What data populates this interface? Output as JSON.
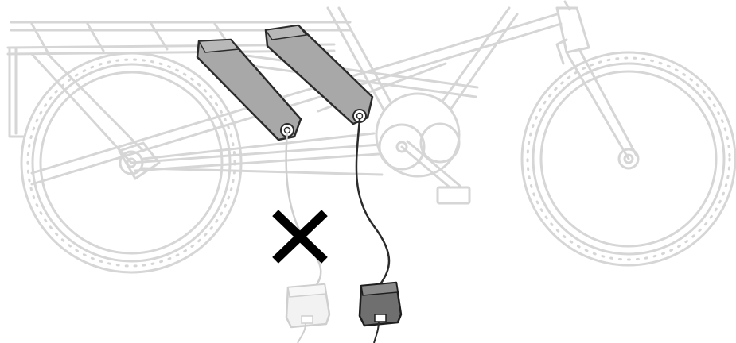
{
  "diagram": {
    "colors": {
      "bike_outline": "#d6d6d6",
      "battery_fill": "#a8a8a8",
      "battery_stroke": "#2b2b2b",
      "active_cable": "#2b2b2b",
      "active_charger_fill": "#6f6f6f",
      "inactive_cable": "#cfcfcf",
      "inactive_charger_fill": "#f2f2f2",
      "cross_mark": "#000000"
    },
    "icons": {
      "incorrect": "cross-mark-icon"
    },
    "batteries": [
      {
        "role": "lower-battery",
        "charging": false
      },
      {
        "role": "upper-battery",
        "charging": true
      }
    ],
    "chargers": [
      {
        "state": "incorrect"
      },
      {
        "state": "correct"
      }
    ]
  }
}
